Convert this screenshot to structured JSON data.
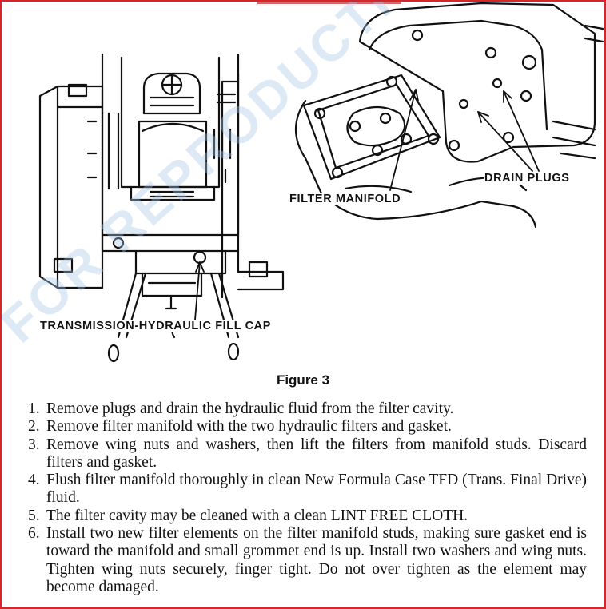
{
  "labels": {
    "filter_manifold": "FILTER MANIFOLD",
    "drain_plugs": "DRAIN PLUGS",
    "fill_cap": "TRANSMISSION-HYDRAULIC FILL CAP"
  },
  "watermark": "FOR REPRODUCTION",
  "caption": "Figure 3",
  "steps": [
    {
      "num": "1.",
      "text": "Remove plugs and drain the hydraulic fluid from the filter cavity."
    },
    {
      "num": "2.",
      "text": "Remove filter manifold with the two hydraulic filters and gasket."
    },
    {
      "num": "3.",
      "text": "Remove wing nuts and washers, then lift the filters from manifold studs. Discard filters and gasket."
    },
    {
      "num": "4.",
      "text": "Flush filter manifold thoroughly in clean New Formula Case TFD (Trans. Final Drive) fluid."
    },
    {
      "num": "5.",
      "text": "The filter cavity may be cleaned with a clean LINT FREE CLOTH."
    },
    {
      "num": "6.",
      "text": "Install two new filter elements on the filter manifold studs, making sure gasket end is toward the manifold and small grommet end is up. Install two washers and wing nuts. Tighten wing nuts securely, finger tight.",
      "underlined": "Do not over tighten",
      "tail": "as the element may become damaged."
    }
  ]
}
